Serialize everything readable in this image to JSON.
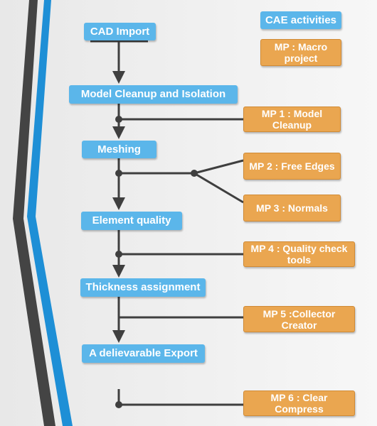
{
  "colors": {
    "blue_box": "#5bb6ea",
    "orange_box": "#eaa650",
    "connector": "#3f3f3f",
    "stripe_dark": "#444444",
    "stripe_blue": "#1e8fd6"
  },
  "legend": {
    "cae": "CAE activities",
    "macro": "MP : Macro project"
  },
  "steps": [
    {
      "id": "cad-import",
      "label": "CAD Import"
    },
    {
      "id": "model-cleanup-isolation",
      "label": "Model Cleanup and Isolation"
    },
    {
      "id": "meshing",
      "label": "Meshing"
    },
    {
      "id": "element-quality",
      "label": "Element quality"
    },
    {
      "id": "thickness-assignment",
      "label": "Thickness assignment"
    },
    {
      "id": "deliverable-export",
      "label": "A delievarable Export"
    }
  ],
  "macros": [
    {
      "id": "mp1",
      "label": "MP 1 : Model Cleanup"
    },
    {
      "id": "mp2",
      "label": "MP 2 : Free Edges"
    },
    {
      "id": "mp3",
      "label": "MP 3 : Normals"
    },
    {
      "id": "mp4",
      "label": "MP 4 : Quality check tools"
    },
    {
      "id": "mp5",
      "label": "MP 5 :Collector Creator"
    },
    {
      "id": "mp6",
      "label": "MP 6 : Clear Compress"
    }
  ]
}
